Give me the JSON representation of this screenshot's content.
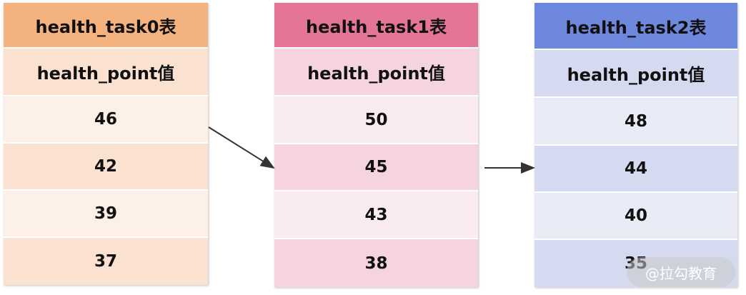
{
  "tables": [
    {
      "title": "health_task0表",
      "column": "health_point值",
      "values": [
        "46",
        "42",
        "39",
        "37"
      ],
      "colors": {
        "header": "#F4B27E",
        "subheader": "#FBE1D0",
        "row_light": "#FDF0E8",
        "row_dark": "#FBE1D0"
      }
    },
    {
      "title": "health_task1表",
      "column": "health_point值",
      "values": [
        "50",
        "45",
        "43",
        "38"
      ],
      "colors": {
        "header": "#E47596",
        "subheader": "#F5D4DD",
        "row_light": "#FAEBEF",
        "row_dark": "#F5D4DD"
      }
    },
    {
      "title": "health_task2表",
      "column": "health_point值",
      "values": [
        "48",
        "44",
        "40",
        "35"
      ],
      "colors": {
        "header": "#6D88DC",
        "subheader": "#D5DAF0",
        "row_light": "#E9ECF7",
        "row_dark": "#D5DAF0"
      }
    }
  ],
  "arrow_color": "#333333",
  "watermark": "@拉勾教育"
}
